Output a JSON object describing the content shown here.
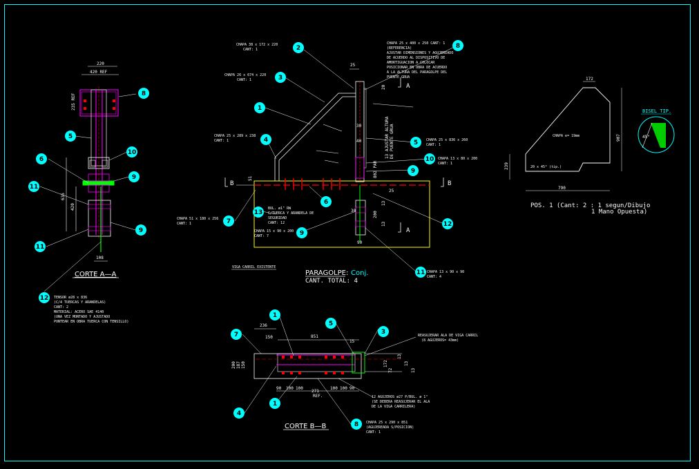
{
  "views": {
    "corte_aa": {
      "title": "CORTE A—A",
      "dims": {
        "top": "220",
        "ref": "420 REF",
        "side": "235 REF",
        "mid": "635",
        "inner": "420",
        "bottom": "108"
      },
      "callouts": [
        "8",
        "5",
        "10",
        "6",
        "9",
        "11",
        "9",
        "11",
        "12"
      ],
      "note_12": [
        "TENSOR ø28 x 836",
        "(C/4 TUERCAS Y ARANDELAS)",
        "CANT: 2",
        "MATERIAL: ACERO SAE 4140",
        "(UNA VEZ MONTADO Y AJUSTADO",
        "PUNTEAR EN OBRA TUERCA CON TENSILLO)"
      ]
    },
    "paragolpe": {
      "title": "PARAGOLPE:",
      "title_suffix": "Conj.",
      "subtitle": "CANT. TOTAL: 4",
      "section_a": "A",
      "section_b": "B",
      "callouts": [
        "2",
        "3",
        "1",
        "4",
        "7",
        "13",
        "6",
        "9",
        "8",
        "5",
        "10",
        "9",
        "12",
        "11"
      ],
      "notes": {
        "n2": [
          "CHAPA 38 x 172 x 220",
          "CANT: 1"
        ],
        "n3": [
          "CHAPA 26 x 674 x 220",
          "CANT: 1"
        ],
        "n4": [
          "CHAPA 25 x 289 x 238",
          "CANT: 1"
        ],
        "n7": [
          "CHAPA 51 x 180 x 256",
          "CANT: 1"
        ],
        "n13": [
          "BUL. ø1\" RW",
          "C/TUERCA Y ARANDELA DE",
          "SEGURIDAD",
          "CANT: 12"
        ],
        "n9": [
          "CHAPA 15 x 90 x 200",
          "CANT: 7"
        ],
        "n8": [
          "CHAPA 25 x 400 x 250 CANT: 1",
          "(REFERENCIA)",
          "AJUSTAR DIMENSIONES Y AGUJEREADO",
          "DE ACUERDO AL DISPOSITIVO DE",
          "AMORTIGUACION A COLOCAR",
          "POSICIONAR EN OBRA DE ACUERDO",
          "A LA ALTURA DEL PARAGOLPE DEL",
          "PUENTE GRUA"
        ],
        "n5": [
          "CHAPA 25 x 836 x 260",
          "CANT: 1"
        ],
        "n10": [
          "CHAPA 13 x 80 x 200",
          "CANT: 1"
        ],
        "n11": [
          "CHAPA 13 x 90 x 90",
          "CANT: 4"
        ],
        "viga": "VIGA CARRIL EXISTENTE",
        "vert": [
          "802 PAR",
          "13 AJUSTAR ALTURA",
          "DE PUENTE GRUA"
        ]
      },
      "dims": [
        "25",
        "20",
        "30",
        "40",
        "51",
        "25",
        "13",
        "200",
        "13",
        "90",
        "30",
        "13",
        "25"
      ]
    },
    "corte_bb": {
      "title": "CORTE B—B",
      "top_dims": [
        "236",
        "150",
        "851",
        "15"
      ],
      "bottom_dims": [
        "90",
        "100",
        "100",
        "271",
        "100",
        "100",
        "90"
      ],
      "ref": "REF.",
      "side_dims": [
        "200",
        "187",
        "150"
      ],
      "right_dims": [
        "172",
        "72",
        "13",
        "13",
        "13"
      ],
      "callouts": [
        "7",
        "1",
        "5",
        "3",
        "4",
        "1",
        "8"
      ],
      "notes": {
        "top": [
          "REASUJERAR ALA DE VIGA CARRIL",
          "(8 AGUJEROS= 43mm)"
        ],
        "bolts": [
          "12 AGUJEROS ø27 P/BUL. ø 1\"",
          "(SE DEBERA REASUJERAR EL ALA",
          "DE LA VIGA CARRILERA)"
        ],
        "n8": [
          "CHAPA 25 x 290 x 851",
          "(AGUJEREADA S/POSICION)",
          "CANT: 1"
        ]
      }
    },
    "pos1": {
      "title": "POS. 1 (Cant: 2 : 1 segun/Dibujo",
      "title2": "1 Mano Opuesta)",
      "chapa": "CHAPA e= 19mm",
      "top_dim": "172",
      "right_dim": "907",
      "left_dim": "239",
      "bottom_dim": "790",
      "chamfer": "20 x 45° (tip.)",
      "bisel": "BISEL TIP.",
      "bisel_angle": "45°"
    }
  },
  "colors": {
    "cyan": "#00ffff",
    "white": "#ffffff",
    "yellow": "#ffff00",
    "red": "#ff0000",
    "magenta": "#ff00ff",
    "green": "#00ff00",
    "background": "#000000"
  }
}
